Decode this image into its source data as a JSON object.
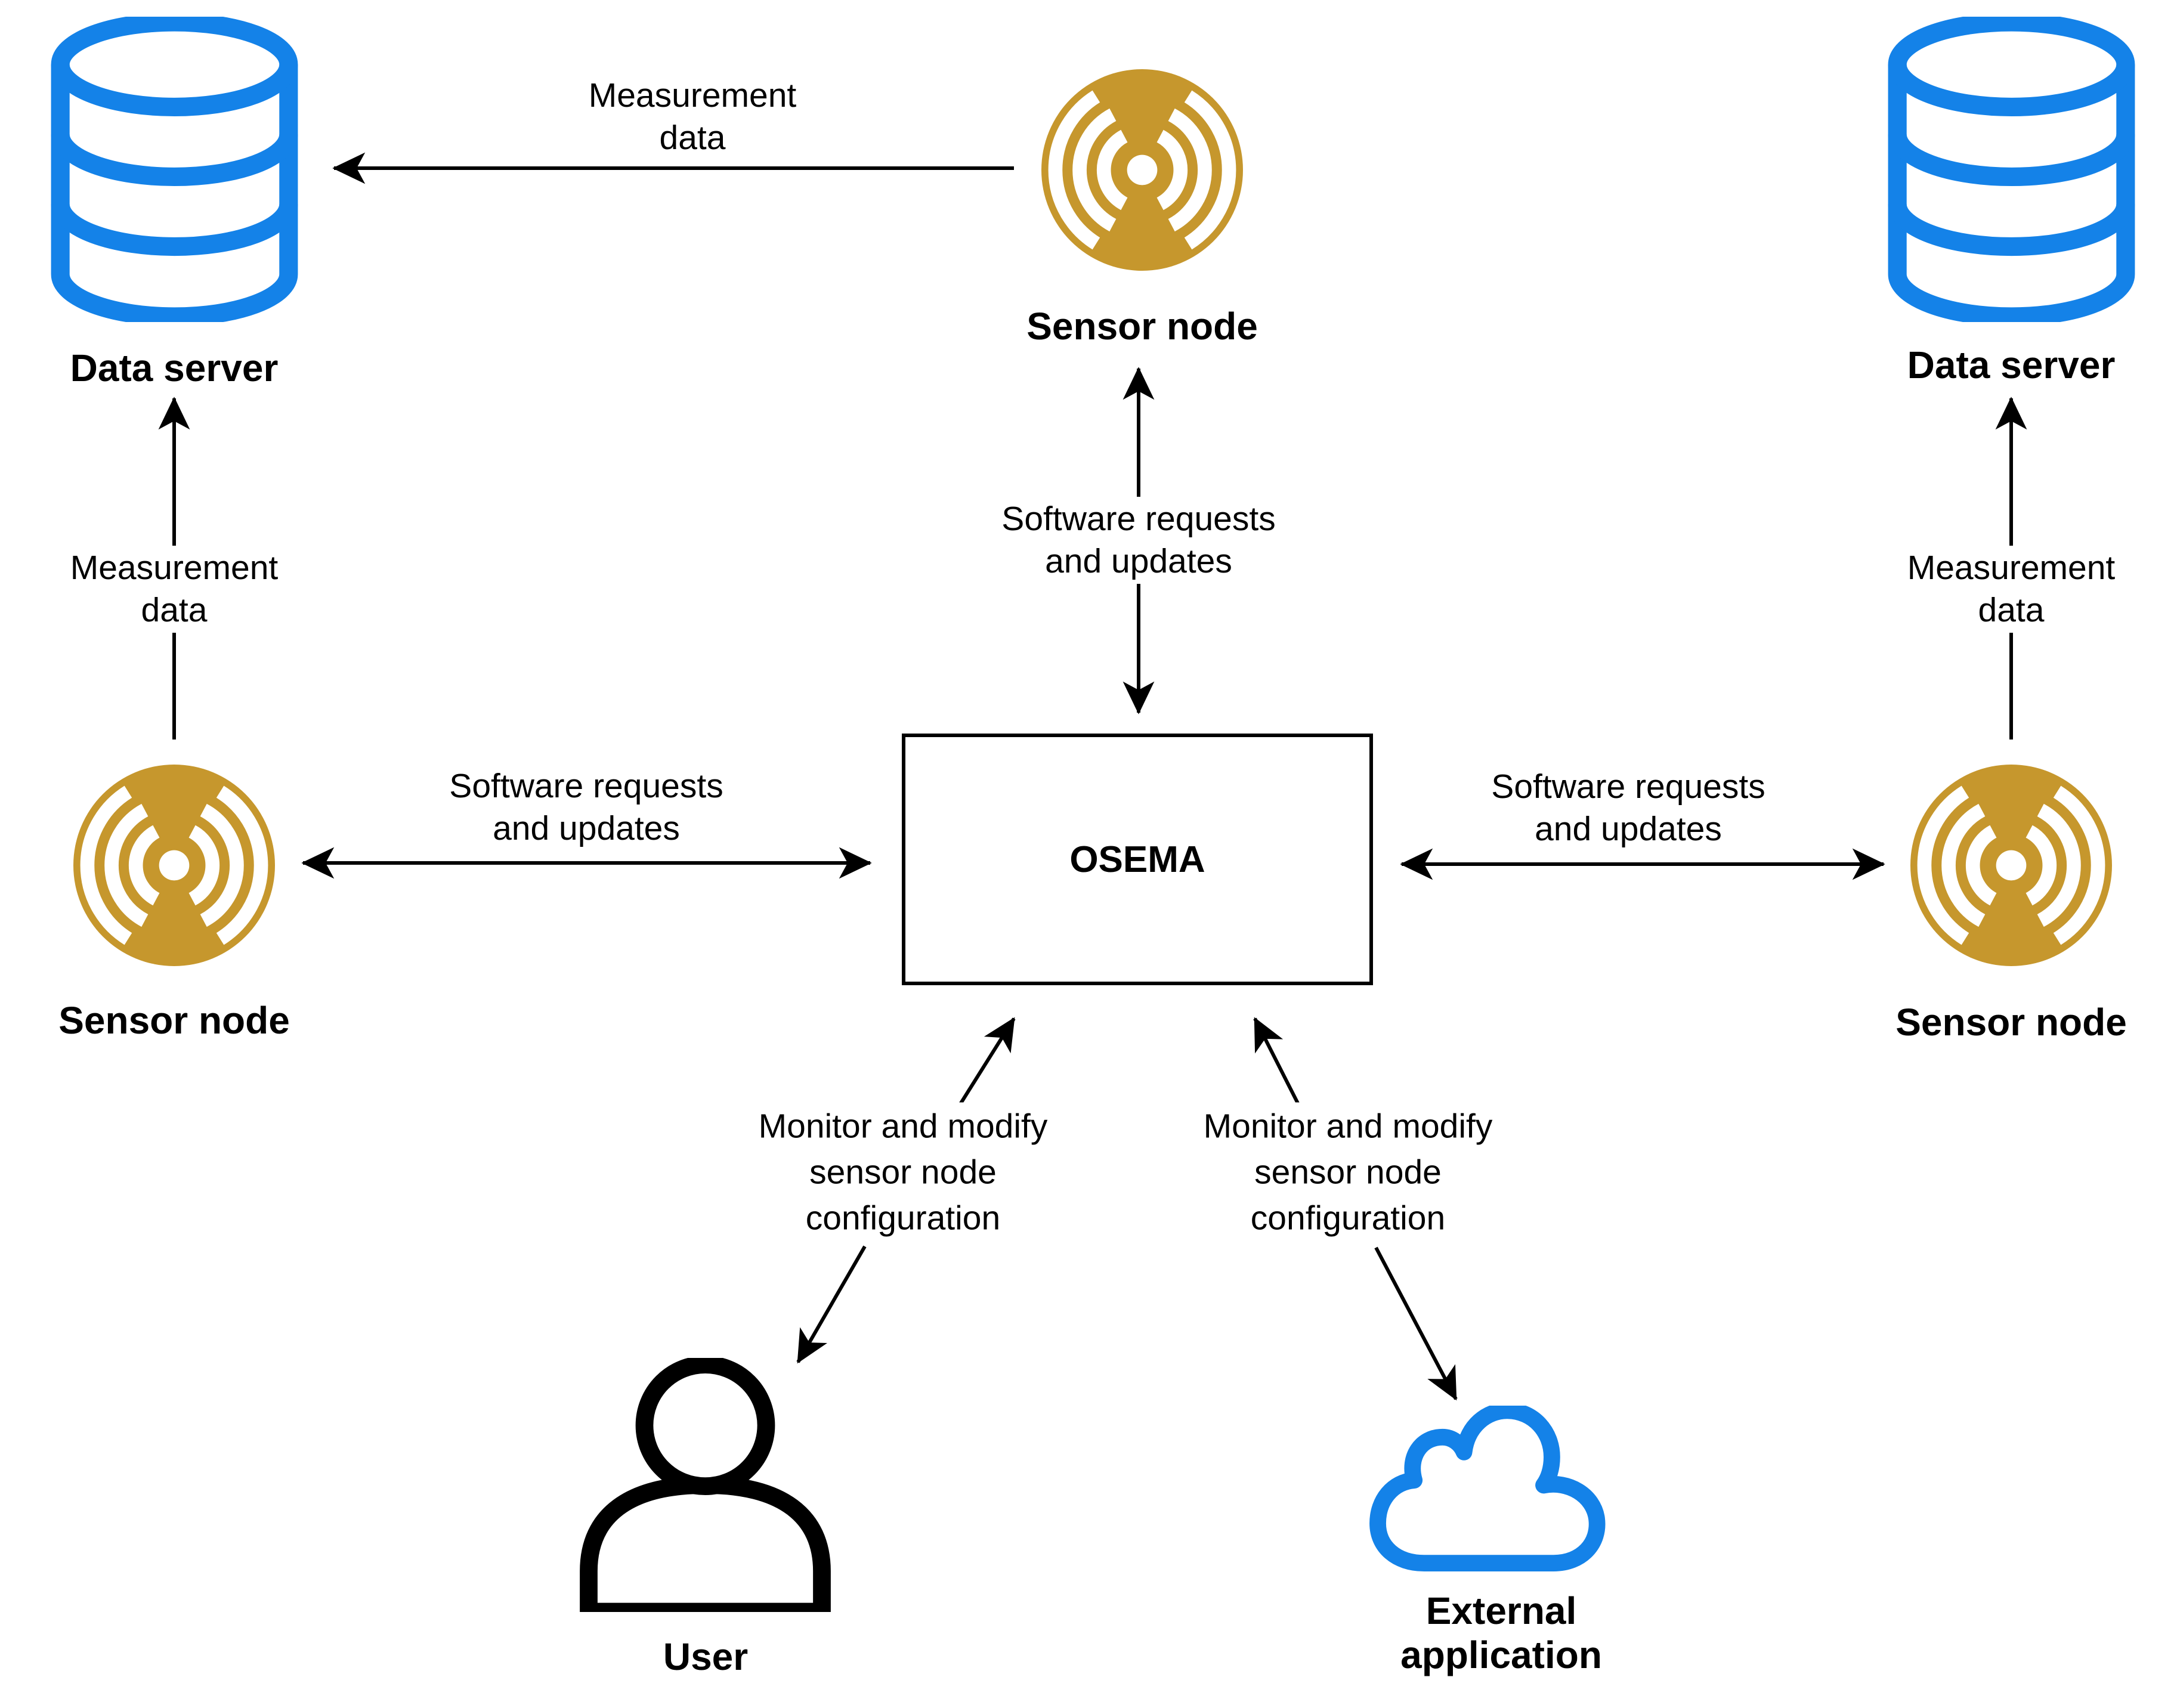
{
  "colors": {
    "background": "#FFFFFF",
    "line": "#000000",
    "sensor_node_gold": "#C6972D",
    "server_cloud_blue": "#1482E8"
  },
  "nodes": {
    "osema": {
      "label": "OSEMA"
    },
    "data_server_left": {
      "label": "Data server"
    },
    "data_server_right": {
      "label": "Data server"
    },
    "sensor_node_top": {
      "label": "Sensor node"
    },
    "sensor_node_left": {
      "label": "Sensor node"
    },
    "sensor_node_right": {
      "label": "Sensor node"
    },
    "user": {
      "label": "User"
    },
    "external_application": {
      "lines": [
        "External",
        "application"
      ]
    }
  },
  "edges": {
    "measurement_top": {
      "lines": [
        "Measurement",
        "data"
      ]
    },
    "measurement_left": {
      "lines": [
        "Measurement",
        "data"
      ]
    },
    "measurement_right": {
      "lines": [
        "Measurement",
        "data"
      ]
    },
    "software_top": {
      "lines": [
        "Software requests",
        "and updates"
      ]
    },
    "software_left": {
      "lines": [
        "Software requests",
        "and updates"
      ]
    },
    "software_right": {
      "lines": [
        "Software requests",
        "and updates"
      ]
    },
    "monitor_user": {
      "lines": [
        "Monitor and modify",
        "sensor node",
        "configuration"
      ]
    },
    "monitor_external": {
      "lines": [
        "Monitor and modify",
        "sensor node",
        "configuration"
      ]
    }
  }
}
